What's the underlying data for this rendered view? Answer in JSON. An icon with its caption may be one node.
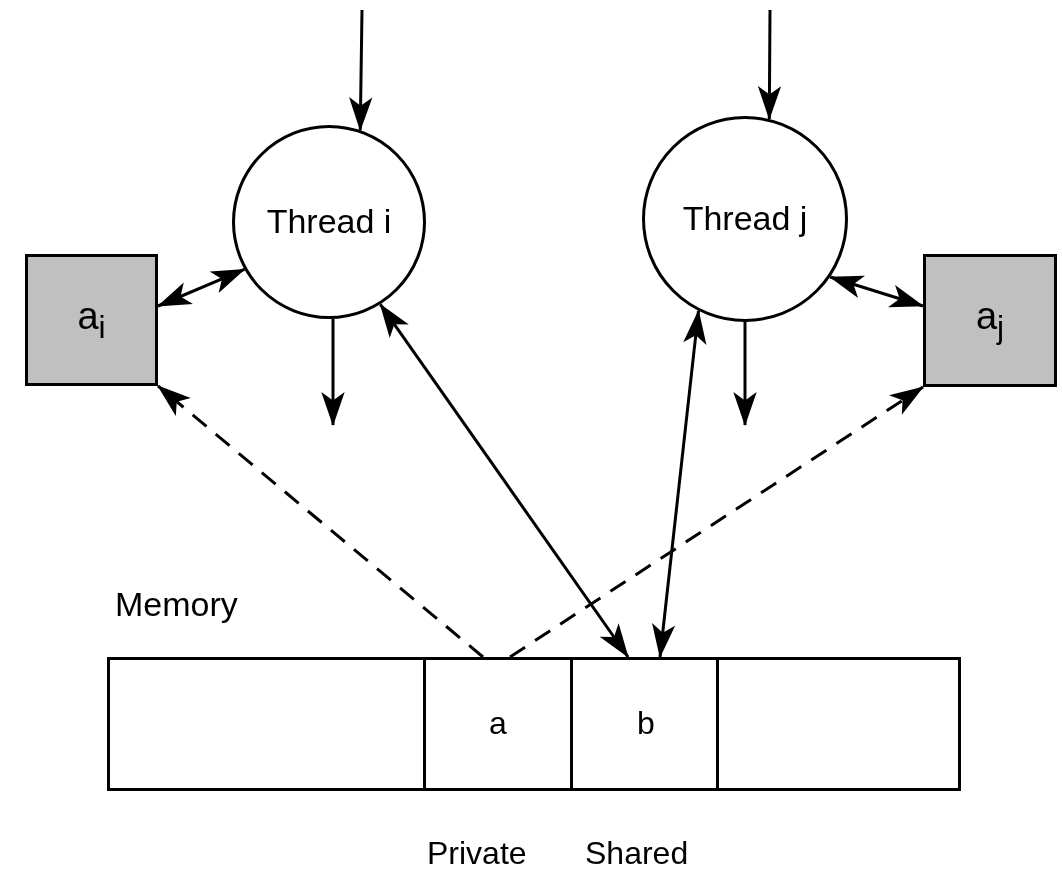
{
  "diagram": {
    "nodes": [
      {
        "text": [
          "Thread i"
        ]
      },
      {
        "text": [
          "Thread j"
        ]
      },
      {
        "text": [
          "a$_{i}$"
        ]
      },
      {
        "text": [
          "a$_{j}$"
        ]
      },
      {
        "text": [
          "Memory"
        ]
      },
      {
        "text": [],
        "shape": "box",
        "in": 4
      },
      {
        "text": [
          "a"
        ],
        "in": 4
      },
      {
        "text": [
          "b"
        ],
        "in": 4
      },
      {
        "text": [],
        "shape": "box",
        "in": 4
      }
    ],
    "edges": [
      {
        "from": null,
        "to": 0,
        "arrow": "to"
      },
      {
        "from": null,
        "to": 1,
        "arrow": "to"
      },
      {
        "from": 0,
        "to": null,
        "arrow": "to"
      },
      {
        "from": 1,
        "to": null,
        "arrow": "to"
      },
      {
        "from": 2,
        "to": 0,
        "arrow": "both"
      },
      {
        "from": 1,
        "to": 3,
        "arrow": "both"
      },
      {
        "from": 7,
        "to": 0,
        "arrow": "both"
      },
      {
        "from": 7,
        "to": 1,
        "arrow": "both"
      },
      {
        "from": 6,
        "to": 2,
        "arrow": "to",
        "style": "dashed"
      },
      {
        "from": 6,
        "to": 3,
        "arrow": "to",
        "style": "dashed"
      }
    ],
    "labels": [
      "Private",
      "Shared"
    ]
  }
}
